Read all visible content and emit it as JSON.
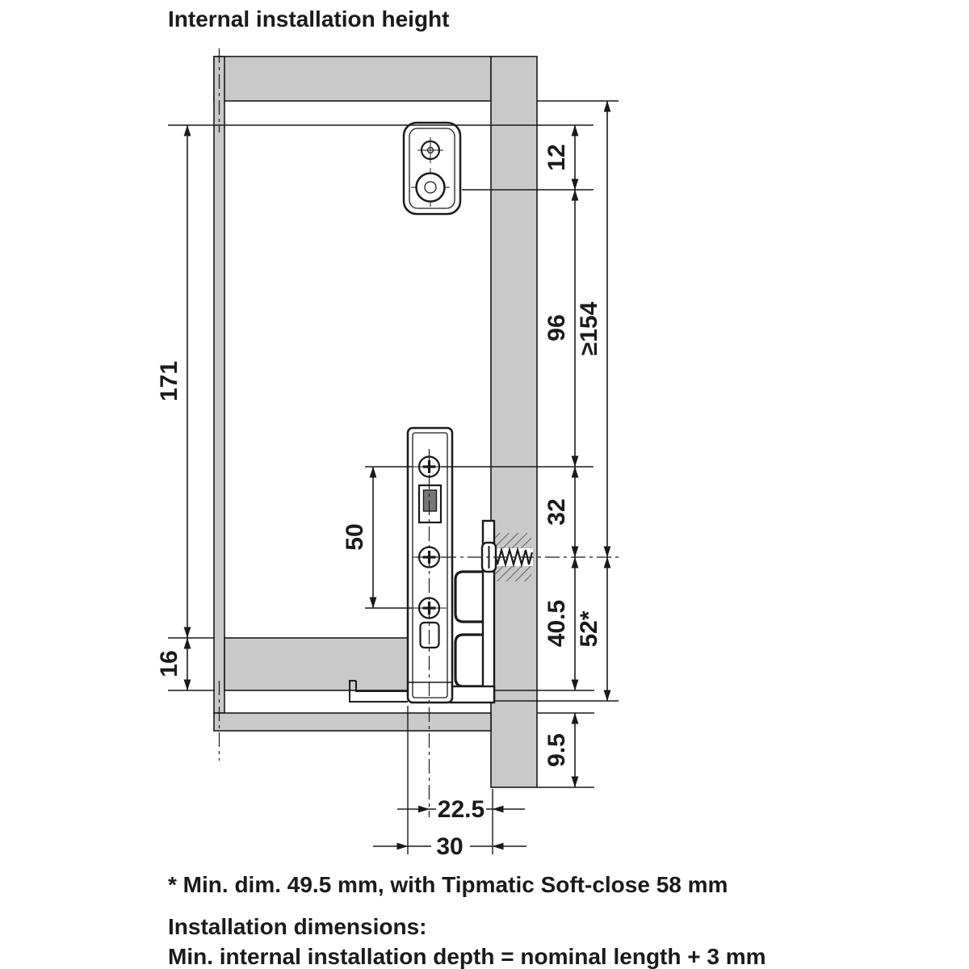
{
  "title": "Internal installation height",
  "dimensions": {
    "d12": "12",
    "d96": "96",
    "d154": "≥154",
    "d171": "171",
    "d50": "50",
    "d32": "32",
    "d40_5": "40.5",
    "d52": "52*",
    "d16": "16",
    "d9_5": "9.5",
    "d22_5": "22.5",
    "d30": "30"
  },
  "footnote": "* Min. dim. 49.5 mm, with Tipmatic Soft-close 58 mm",
  "installation": {
    "heading": "Installation dimensions:",
    "detail": "Min. internal installation depth = nominal length + 3 mm"
  },
  "colors": {
    "panel_fill": "#c9c9c9",
    "line": "#1a1a1a",
    "background": "#ffffff"
  }
}
